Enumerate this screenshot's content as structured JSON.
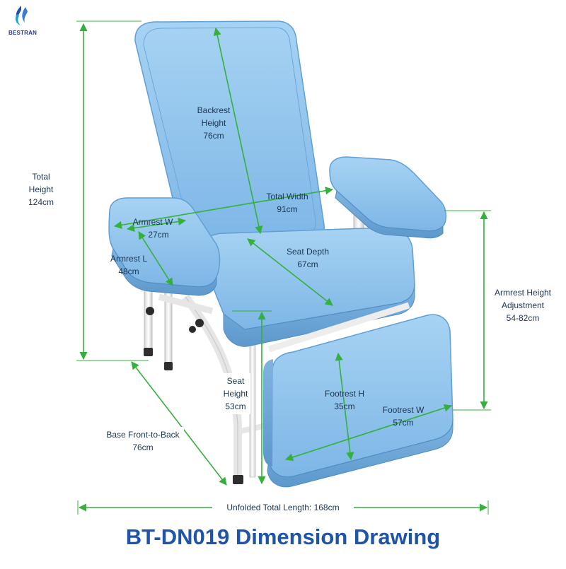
{
  "brand": {
    "name": "BESTRAN",
    "logo_icon": "flame-drop-logo-icon"
  },
  "title": "BT-DN019 Dimension Drawing",
  "colors": {
    "upholstery": "#8ec3ec",
    "upholstery_dark": "#5f9fd3",
    "frame": "#f2f2f2",
    "dimension_line": "#35b03c",
    "label_text": "#1c3553",
    "title_text": "#1f55a8"
  },
  "dimensions": {
    "total_height": {
      "line1": "Total",
      "line2": "Height",
      "value": "124cm"
    },
    "backrest_height": {
      "line1": "Backrest",
      "line2": "Height",
      "value": "76cm"
    },
    "total_width": {
      "label": "Total Width",
      "value": "91cm"
    },
    "armrest_w": {
      "label": "Armrest W",
      "value": "27cm"
    },
    "armrest_l": {
      "label": "Armrest L",
      "value": "48cm"
    },
    "seat_depth": {
      "label": "Seat Depth",
      "value": "67cm"
    },
    "armrest_height_adjustment": {
      "line1": "Armrest Height",
      "line2": "Adjustment",
      "value": "54-82cm"
    },
    "seat_height": {
      "line1": "Seat",
      "line2": "Height",
      "value": "53cm"
    },
    "footrest_h": {
      "label": "Footrest H",
      "value": "35cm"
    },
    "footrest_w": {
      "label": "Footrest W",
      "value": "57cm"
    },
    "base_front_to_back": {
      "label": "Base Front-to-Back",
      "value": "76cm"
    },
    "unfolded_total_length": {
      "label": "Unfolded Total Length: 168cm"
    }
  }
}
